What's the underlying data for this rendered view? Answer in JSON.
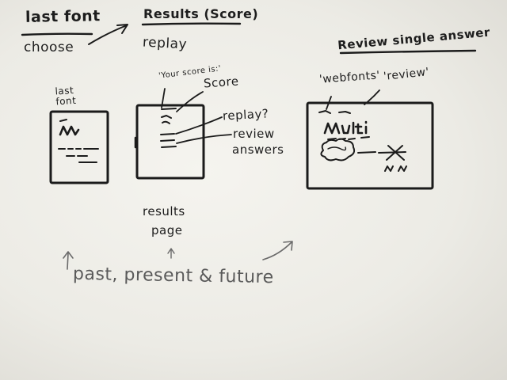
{
  "header": {
    "last_font": "last font",
    "choose": "choose",
    "results_score": "Results (Score)",
    "replay": "replay",
    "review_single_answer": "Review single answer"
  },
  "last_font_screen": {
    "label": "last font"
  },
  "results_screen": {
    "your_score_is": "'Your score is:'",
    "score": "Score",
    "replay_question": "replay?",
    "review": "review",
    "answers": "answers",
    "caption_line1": "results",
    "caption_line2": "page"
  },
  "review_screen": {
    "webfonts": "'webfonts'",
    "review": "'review'"
  },
  "footer": {
    "past_present_future": "past, present & future"
  }
}
